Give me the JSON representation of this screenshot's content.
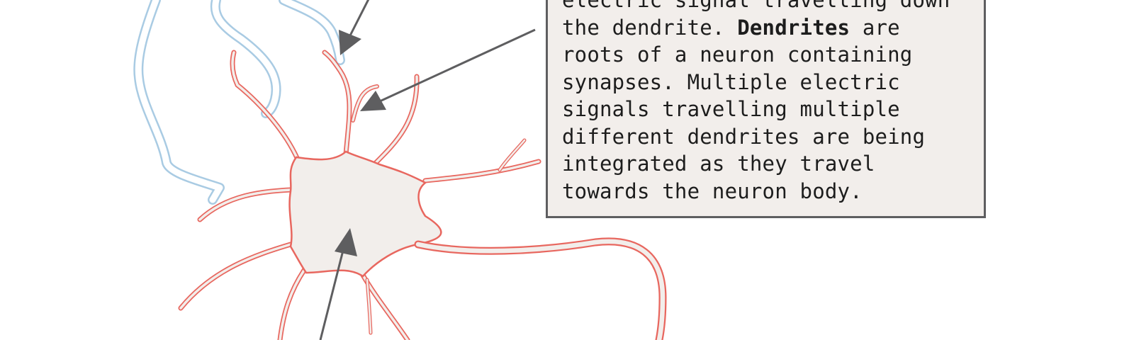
{
  "annotation": {
    "lines": [
      {
        "parts": [
          {
            "text": "electric signal travelling down",
            "bold": false
          }
        ]
      },
      {
        "parts": [
          {
            "text": "the dendrite. ",
            "bold": false
          },
          {
            "text": "Dendrites",
            "bold": true
          },
          {
            "text": " are",
            "bold": false
          }
        ]
      },
      {
        "parts": [
          {
            "text": "roots of a neuron containing",
            "bold": false
          }
        ]
      },
      {
        "parts": [
          {
            "text": "synapses. Multiple electric",
            "bold": false
          }
        ]
      },
      {
        "parts": [
          {
            "text": "signals travelling multiple",
            "bold": false
          }
        ]
      },
      {
        "parts": [
          {
            "text": "different dendrites are being",
            "bold": false
          }
        ]
      },
      {
        "parts": [
          {
            "text": "integrated as they travel",
            "bold": false
          }
        ]
      },
      {
        "parts": [
          {
            "text": "towards the neuron body.",
            "bold": false
          }
        ]
      }
    ]
  },
  "colors": {
    "neuron_outline": "#e8675f",
    "neuron_fill": "#f2eeeb",
    "axon_outline": "#a9cbe3",
    "arrow": "#5e5e60",
    "box_fill": "#f2eeeb",
    "box_border": "#5e5e60",
    "text": "#1d1d1d"
  }
}
